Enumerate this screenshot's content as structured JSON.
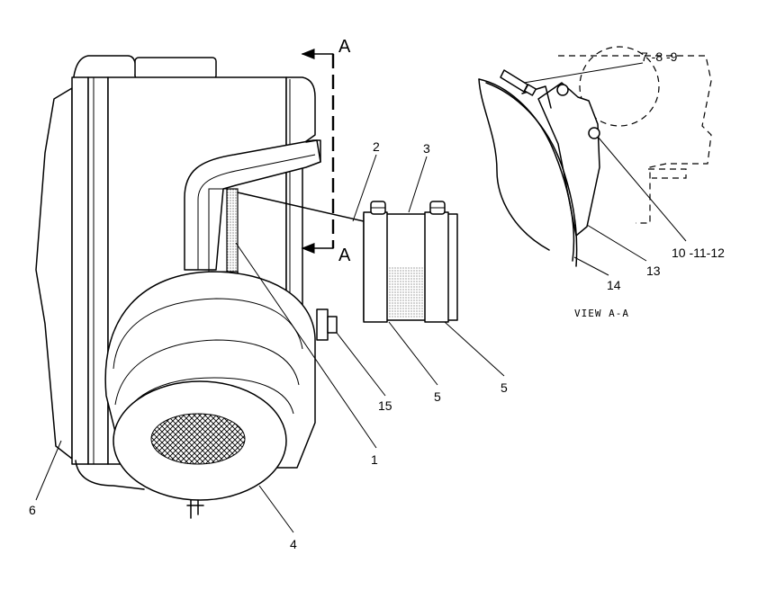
{
  "section_marker": "A",
  "view_caption": "VIEW A-A",
  "callouts": {
    "c1": "1",
    "c2": "2",
    "c3": "3",
    "c4": "4",
    "c5a": "5",
    "c5b": "5",
    "c6": "6",
    "c7_8_9": "7 -8 -9",
    "c10_11_12": "10 -11-12",
    "c13": "13",
    "c14": "14",
    "c15": "15"
  }
}
